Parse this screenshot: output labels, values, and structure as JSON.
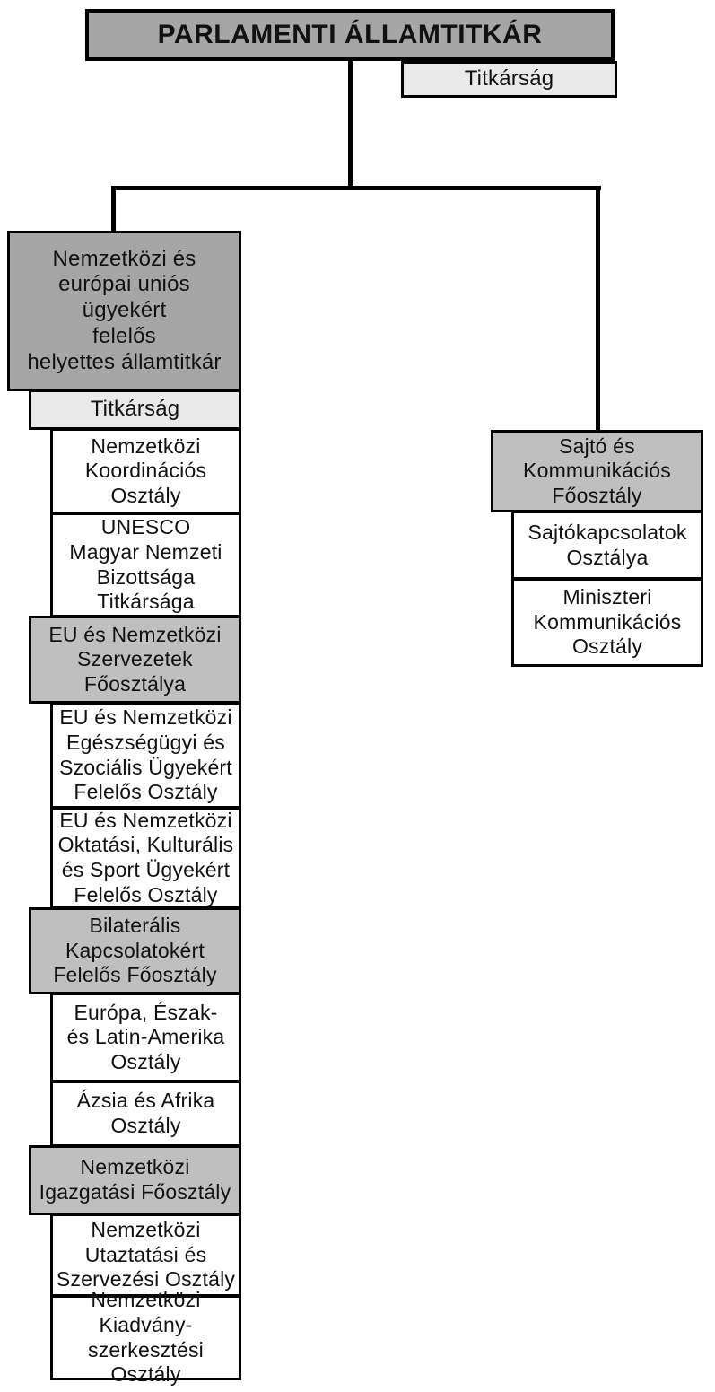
{
  "colors": {
    "head_fill": "#a6a6a6",
    "department_fill": "#bfbfbf",
    "secretariat_fill": "#e9e9e9",
    "division_fill": "#ffffff",
    "border_and_lines": "#000000"
  },
  "root": {
    "label": "PARLAMENTI ÁLLAMTITKÁR"
  },
  "root_secretariat": {
    "label": "Titkárság"
  },
  "deputy_branch": {
    "head": {
      "label": "Nemzetközi és\neurópai uniós\nügyekért\nfelelős\nhelyettes államtitkár"
    },
    "secretariat": {
      "label": "Titkárság"
    },
    "units": [
      {
        "label": "Nemzetközi\nKoordinációs\nOsztály",
        "level": "osztály"
      },
      {
        "label": "UNESCO\nMagyar Nemzeti\nBizottsága\nTitkársága",
        "level": "osztály"
      },
      {
        "label": "EU és Nemzetközi\nSzervezetek\nFőosztálya",
        "level": "főosztály"
      },
      {
        "label": "EU és Nemzetközi\nEgészségügyi és\nSzociális Ügyekért\nFelelős Osztály",
        "level": "osztály"
      },
      {
        "label": "EU és Nemzetközi\nOktatási, Kulturális\nés Sport Ügyekért\nFelelős Osztály",
        "level": "osztály"
      },
      {
        "label": "Bilaterális\nKapcsolatokért\nFelelős Főosztály",
        "level": "főosztály"
      },
      {
        "label": "Európa, Észak-\nés Latin-Amerika\nOsztály",
        "level": "osztály"
      },
      {
        "label": "Ázsia és Afrika\nOsztály",
        "level": "osztály"
      },
      {
        "label": "Nemzetközi\nIgazgatási Főosztály",
        "level": "főosztály"
      },
      {
        "label": "Nemzetközi\nUtaztatási és\nSzervezési Osztály",
        "level": "osztály"
      },
      {
        "label": "Nemzetközi\nKiadvány-\nszerkesztési Osztály",
        "level": "osztály"
      }
    ]
  },
  "press_branch": {
    "head": {
      "label": "Sajtó és\nKommunikációs\nFőosztály"
    },
    "units": [
      {
        "label": "Sajtókapcsolatok\nOsztálya",
        "level": "osztály"
      },
      {
        "label": "Miniszteri\nKommunikációs\nOsztály",
        "level": "osztály"
      }
    ]
  }
}
